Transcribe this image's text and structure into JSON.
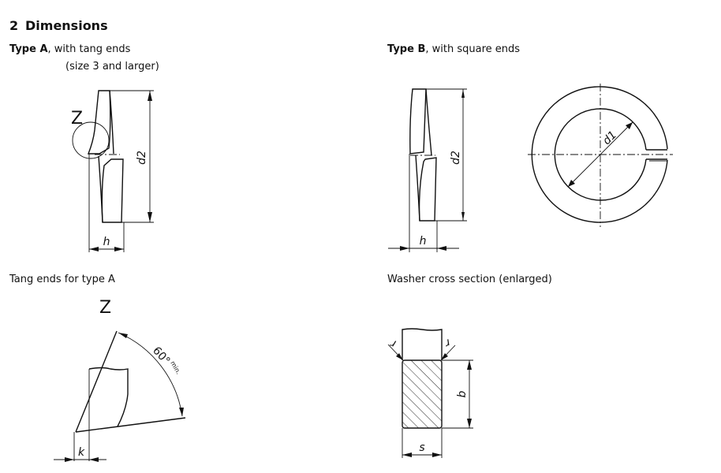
{
  "section": {
    "number": "2",
    "title": "Dimensions"
  },
  "type_a": {
    "name": "Type A",
    "desc": ", with tang ends",
    "note": "(size 3 and larger)",
    "detail_mark": "Z",
    "dims": {
      "diameter": "d2",
      "height": "h"
    }
  },
  "type_b": {
    "name": "Type B",
    "desc": ", with square ends",
    "dims": {
      "diameter": "d2",
      "height": "h",
      "inner_diameter": "d1"
    }
  },
  "tang_ends": {
    "title": "Tang ends for type A",
    "detail_mark": "Z",
    "angle": "60°",
    "angle_note": "min.",
    "dim": "k"
  },
  "cross_section": {
    "title": "Washer cross section (enlarged)",
    "dims": {
      "radius": "r",
      "height": "b",
      "width": "s"
    }
  }
}
